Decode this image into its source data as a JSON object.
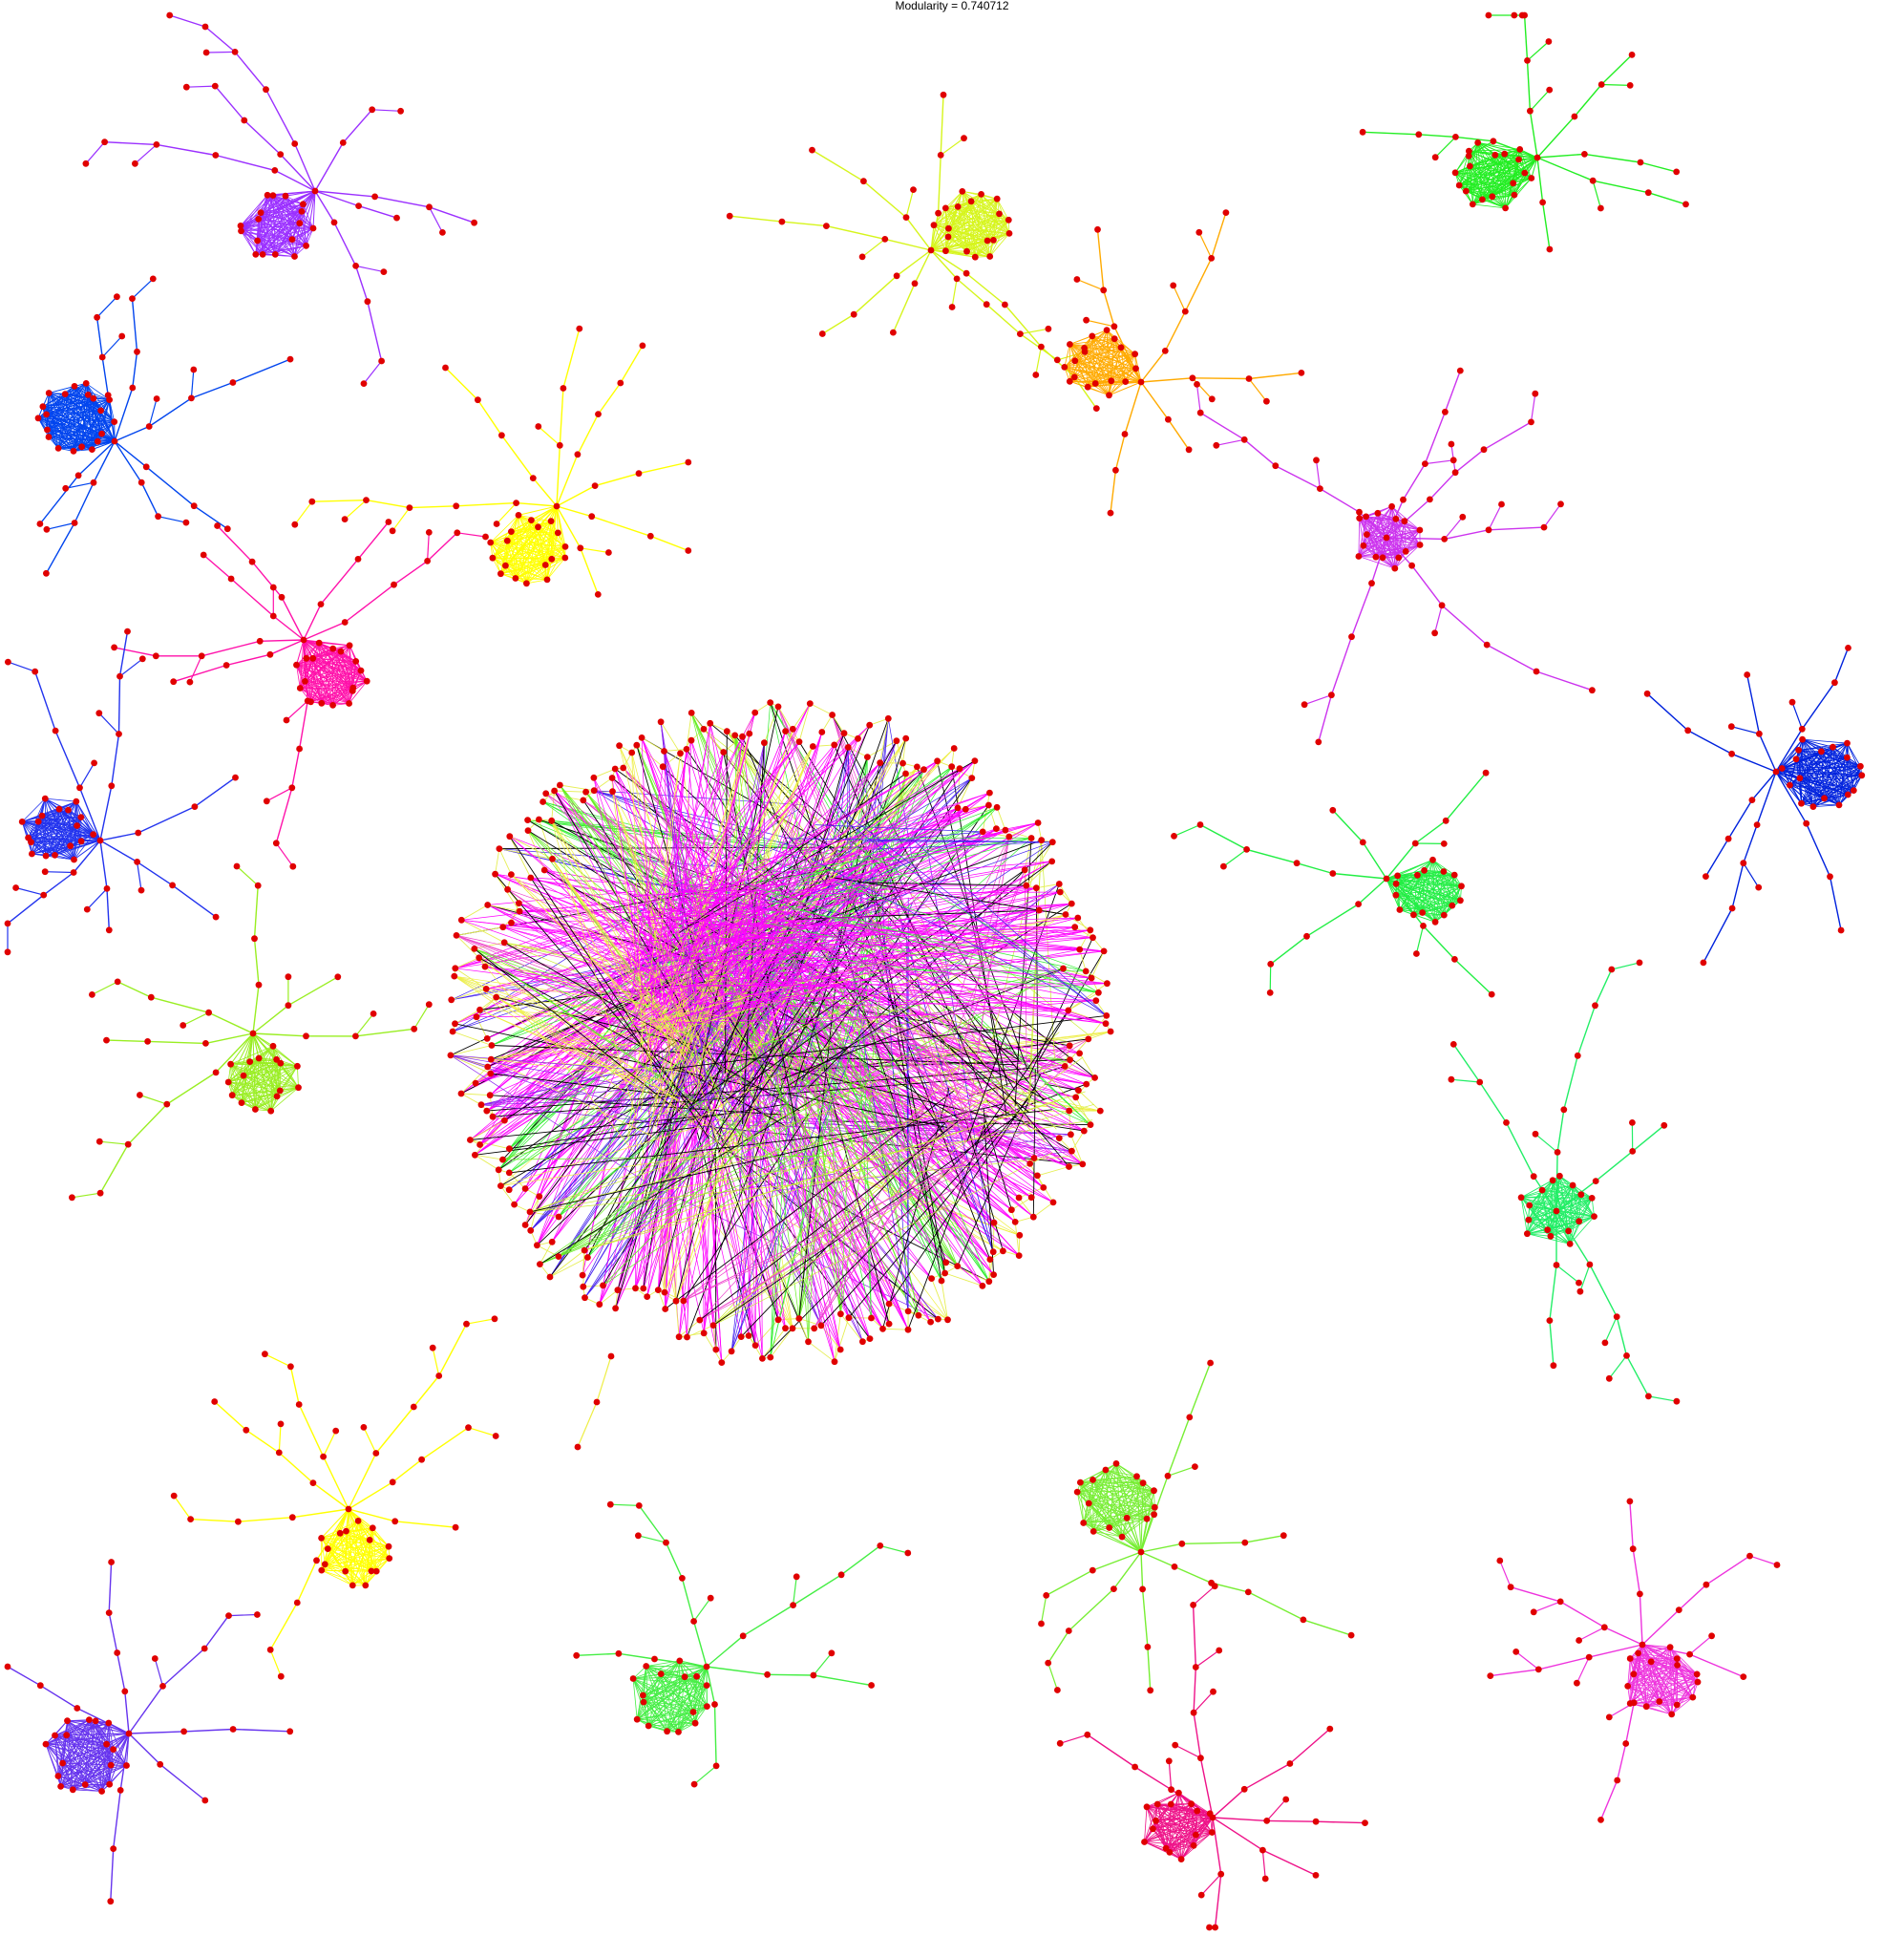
{
  "title": "Modularity = 0.740712",
  "node_color": "#e00000",
  "edge_color_inter": "#000000",
  "communities": [
    {
      "id": "c01",
      "color": "#9b30ff",
      "core_nodes": 18,
      "branches": [
        4,
        3,
        5,
        2,
        3,
        2,
        4
      ]
    },
    {
      "id": "c02",
      "color": "#d6f51c",
      "core_nodes": 18,
      "branches": [
        5,
        4,
        2,
        3,
        4,
        3,
        3
      ]
    },
    {
      "id": "c03",
      "color": "#22ee22",
      "core_nodes": 18,
      "branches": [
        4,
        5,
        3,
        3,
        3,
        2
      ]
    },
    {
      "id": "c04",
      "color": "#ffaa00",
      "core_nodes": 16,
      "branches": [
        3,
        4,
        3,
        2,
        3
      ]
    },
    {
      "id": "c05",
      "color": "#0044ee",
      "core_nodes": 20,
      "branches": [
        3,
        3,
        4,
        3,
        2,
        3,
        2
      ]
    },
    {
      "id": "c06",
      "color": "#ffff00",
      "core_nodes": 18,
      "branches": [
        5,
        4,
        3,
        4,
        3,
        3,
        2
      ]
    },
    {
      "id": "c07",
      "color": "#cc33ee",
      "core_nodes": 16,
      "branches": [
        5,
        4,
        4,
        3,
        5,
        4
      ]
    },
    {
      "id": "c08",
      "color": "#ff11aa",
      "core_nodes": 18,
      "branches": [
        4,
        3,
        4,
        3,
        3,
        3,
        4
      ]
    },
    {
      "id": "c09",
      "color": "#2233ee",
      "core_nodes": 18,
      "branches": [
        3,
        4,
        3,
        3,
        2,
        3
      ]
    },
    {
      "id": "c10",
      "color": "#0022dd",
      "core_nodes": 18,
      "branches": [
        3,
        4,
        3,
        3,
        2,
        3
      ]
    },
    {
      "id": "c11",
      "color": "#99ee22",
      "core_nodes": 16,
      "branches": [
        4,
        3,
        3,
        3,
        2,
        3
      ]
    },
    {
      "id": "c12",
      "color": "#22ee44",
      "core_nodes": 16,
      "branches": [
        3,
        3,
        4,
        2,
        3
      ]
    },
    {
      "id": "c13",
      "color": "#22ee66",
      "core_nodes": 16,
      "branches": [
        4,
        5,
        3,
        4,
        3
      ]
    },
    {
      "id": "c14",
      "color": "#ffff00",
      "core_nodes": 16,
      "branches": [
        3,
        3,
        4,
        3,
        4,
        3,
        2
      ]
    },
    {
      "id": "c15",
      "color": "#77ee33",
      "core_nodes": 16,
      "branches": [
        4,
        3,
        5,
        3,
        3,
        2
      ]
    },
    {
      "id": "c16",
      "color": "#44ee44",
      "core_nodes": 16,
      "branches": [
        3,
        4,
        4,
        3,
        2
      ]
    },
    {
      "id": "c17",
      "color": "#ee33dd",
      "core_nodes": 16,
      "branches": [
        4,
        3,
        3,
        3,
        3,
        2
      ]
    },
    {
      "id": "c18",
      "color": "#6633ee",
      "core_nodes": 18,
      "branches": [
        3,
        4,
        3,
        3,
        2,
        3
      ]
    },
    {
      "id": "c19",
      "color": "#ee1188",
      "core_nodes": 16,
      "branches": [
        3,
        4,
        3,
        3,
        2,
        3
      ]
    }
  ],
  "giant_component": {
    "peripheral_nodes": 260,
    "modules": [
      {
        "color": "#ff00ff",
        "size": 160,
        "weight": 0.55
      },
      {
        "color": "#66ee22",
        "size": 22,
        "weight": 0.08
      },
      {
        "color": "#33ee33",
        "size": 20,
        "weight": 0.07
      },
      {
        "color": "#ccee33",
        "size": 16,
        "weight": 0.05
      },
      {
        "color": "#8822ee",
        "size": 14,
        "weight": 0.05
      },
      {
        "color": "#4422ee",
        "size": 14,
        "weight": 0.05
      },
      {
        "color": "#ee44cc",
        "size": 12,
        "weight": 0.04
      },
      {
        "color": "#eeee44",
        "size": 40,
        "weight": 0.11
      }
    ]
  }
}
